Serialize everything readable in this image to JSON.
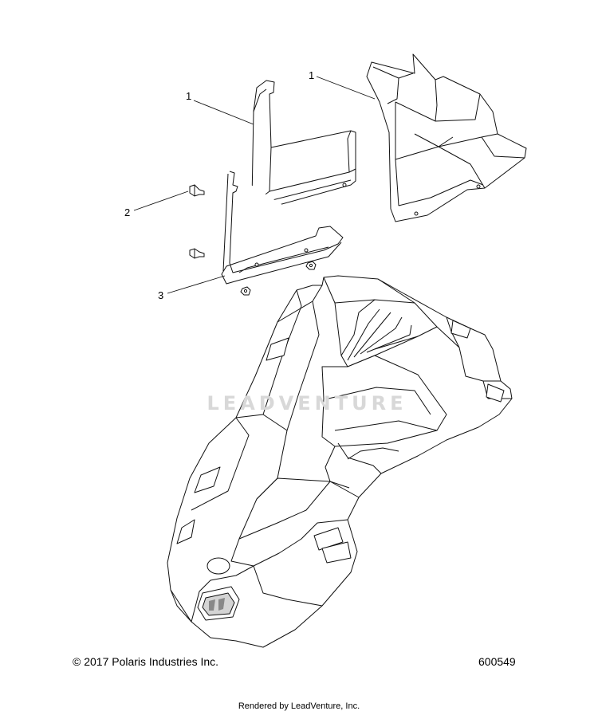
{
  "callouts": [
    {
      "label": "1"
    },
    {
      "label": "1"
    },
    {
      "label": "2"
    },
    {
      "label": "3"
    }
  ],
  "watermark": "LEADVENTURE",
  "footer": {
    "copyright": "© 2017 Polaris Industries Inc.",
    "figure_number": "600549",
    "rendered_by": "Rendered by LeadVenture, Inc."
  }
}
